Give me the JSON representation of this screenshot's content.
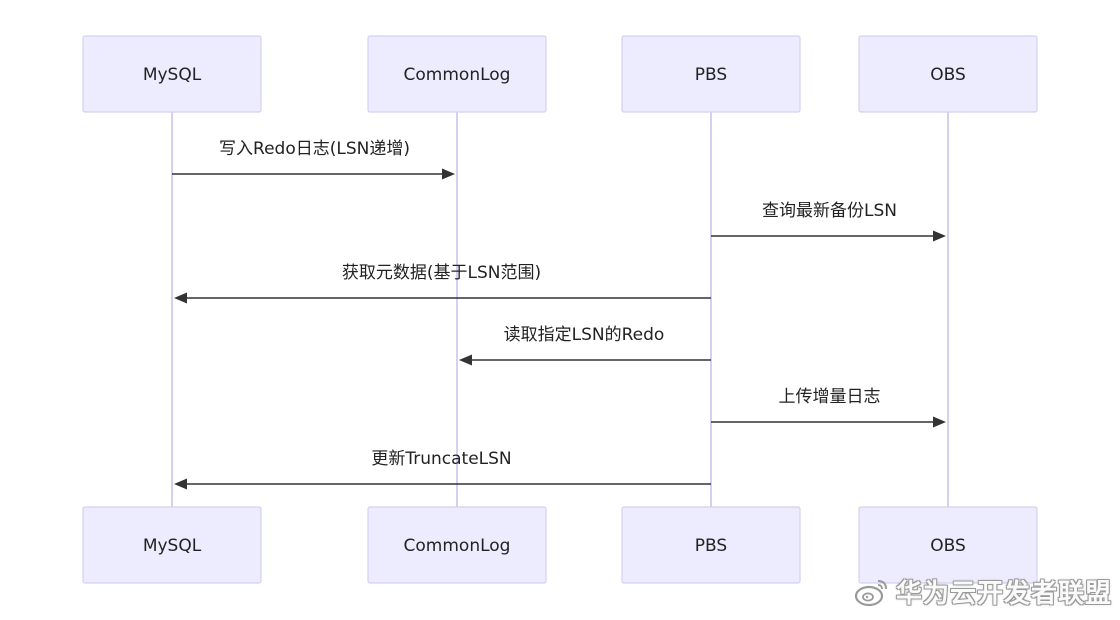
{
  "participants": [
    {
      "id": "mysql",
      "label": "MySQL"
    },
    {
      "id": "commonlog",
      "label": "CommonLog"
    },
    {
      "id": "pbs",
      "label": "PBS"
    },
    {
      "id": "obs",
      "label": "OBS"
    }
  ],
  "messages": [
    {
      "from": "mysql",
      "to": "commonlog",
      "label": "写入Redo日志(LSN递增)"
    },
    {
      "from": "pbs",
      "to": "obs",
      "label": "查询最新备份LSN"
    },
    {
      "from": "pbs",
      "to": "mysql",
      "label": "获取元数据(基于LSN范围)"
    },
    {
      "from": "pbs",
      "to": "commonlog",
      "label": "读取指定LSN的Redo"
    },
    {
      "from": "pbs",
      "to": "obs",
      "label": "上传增量日志"
    },
    {
      "from": "pbs",
      "to": "mysql",
      "label": "更新TruncateLSN"
    }
  ],
  "watermark": {
    "text": "华为云开发者联盟",
    "icon": "weibo-logo-icon"
  },
  "colors": {
    "actor_fill": "#ececfe",
    "actor_border": "#d6d0f0",
    "lifeline": "#d8cdf2",
    "arrow": "#333333"
  }
}
